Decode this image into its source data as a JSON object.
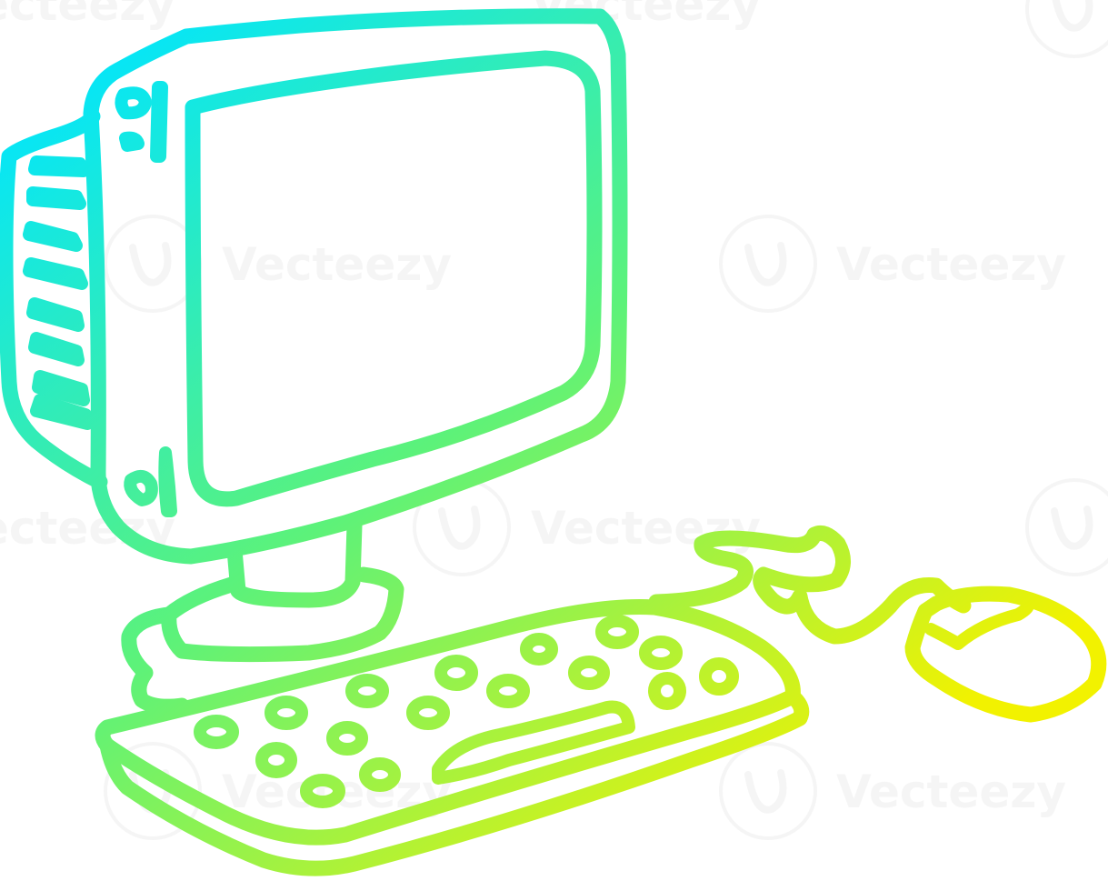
{
  "illustration": {
    "subject": "cartoon desktop computer",
    "style": "line drawing with gradient stroke",
    "colors": {
      "gradient_start": "#00e5ff",
      "gradient_mid": "#5cf27a",
      "gradient_end": "#f2f200",
      "background": "#ffffff",
      "watermark": "#ececec"
    }
  },
  "watermark": {
    "text": "Vecteezy"
  }
}
